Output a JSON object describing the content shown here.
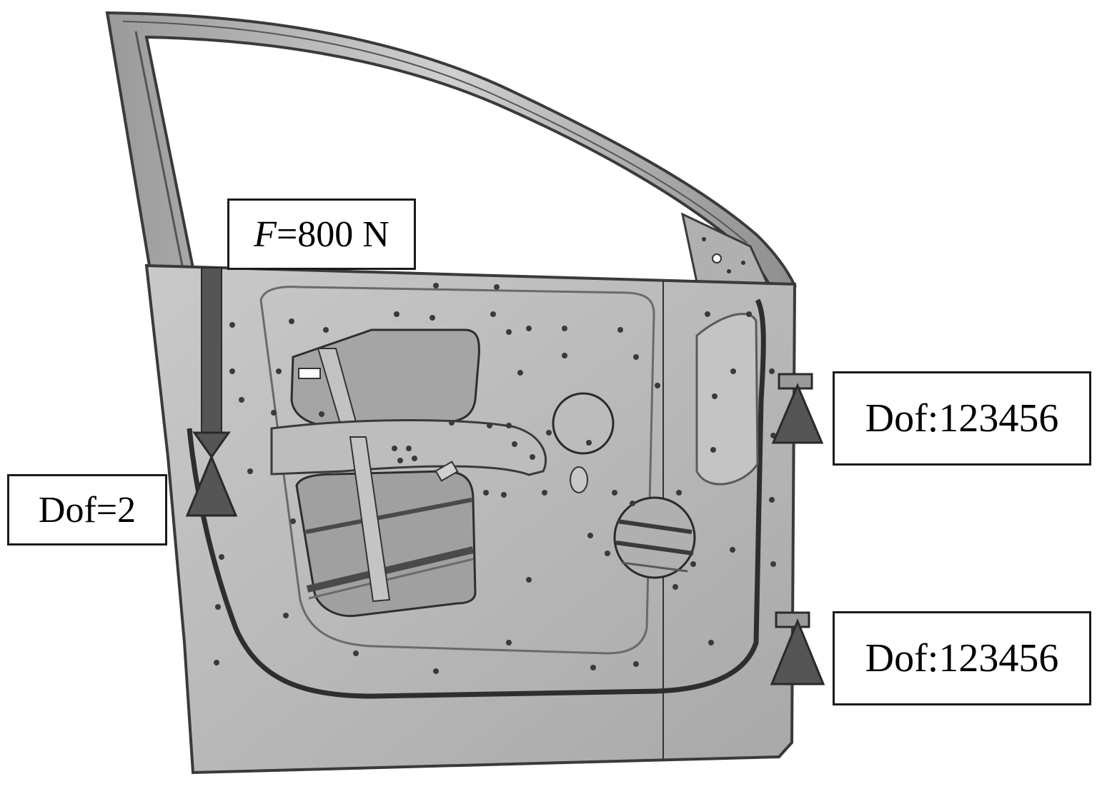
{
  "labels": {
    "force": {
      "symbol": "F",
      "value": "=800 N"
    },
    "constraint_front": "Dof=2",
    "constraint_hinge_upper": "Dof:123456",
    "constraint_hinge_lower": "Dof:123456"
  },
  "colors": {
    "door_panel": "#b4b4b4",
    "door_panel_light": "#c8c8c8",
    "door_outline": "#3a3a3a",
    "opening_fill": "#a9a9a9",
    "force_arrow": "#555555",
    "constraint_marker": "#555555",
    "background": "#ffffff"
  },
  "icons": {
    "force_arrow": "down-arrow-icon",
    "constraint_marker": "triangle-support-icon"
  }
}
